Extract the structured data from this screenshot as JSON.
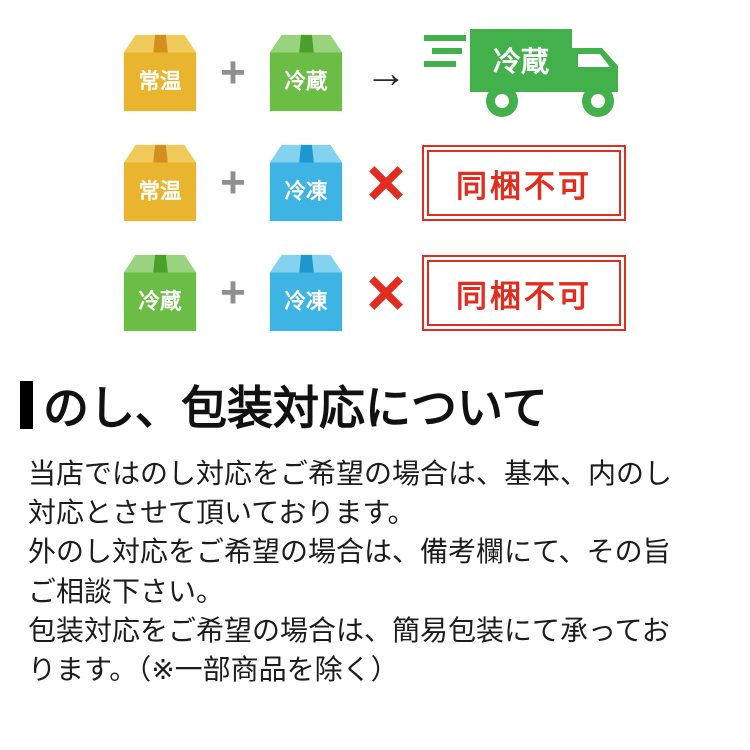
{
  "diagram": {
    "rows": [
      {
        "left_box": {
          "label": "常温",
          "type": "ambient"
        },
        "plus": "+",
        "right_box": {
          "label": "冷蔵",
          "type": "chilled"
        },
        "symbol": "→",
        "result": {
          "kind": "truck",
          "label": "冷蔵"
        }
      },
      {
        "left_box": {
          "label": "常温",
          "type": "ambient"
        },
        "plus": "+",
        "right_box": {
          "label": "冷凍",
          "type": "frozen"
        },
        "symbol": "✕",
        "result": {
          "kind": "stamp",
          "label": "同梱不可"
        }
      },
      {
        "left_box": {
          "label": "冷蔵",
          "type": "chilled"
        },
        "plus": "+",
        "right_box": {
          "label": "冷凍",
          "type": "frozen"
        },
        "symbol": "✕",
        "result": {
          "kind": "stamp",
          "label": "同梱不可"
        }
      }
    ]
  },
  "noshi_section": {
    "heading": "のし、包装対応について",
    "paragraphs": [
      "当店ではのし対応をご希望の場合は、基本、内のし対応とさせて頂いております。",
      "外のし対応をご希望の場合は、備考欄にて、その旨ご相談下さい。",
      "包装対応をご希望の場合は、簡易包装にて承っております。（※一部商品を除く）"
    ]
  },
  "colors": {
    "ambient_box": "#e9b42e",
    "ambient_box_top": "#f0ca5a",
    "ambient_tape": "#d3901e",
    "chilled_box": "#6cbd45",
    "chilled_box_top": "#9ad37d",
    "chilled_tape": "#4ba02c",
    "frozen_box": "#3eb4e4",
    "frozen_box_top": "#83d2ef",
    "frozen_tape": "#1d97cd",
    "truck_green": "#42b14b",
    "stamp_red": "#e02d1f",
    "cross_red": "#e02d1f",
    "plus_gray": "#8f8f8f",
    "arrow_dark": "#2b2b2b",
    "heading_bar_black": "#000000"
  }
}
